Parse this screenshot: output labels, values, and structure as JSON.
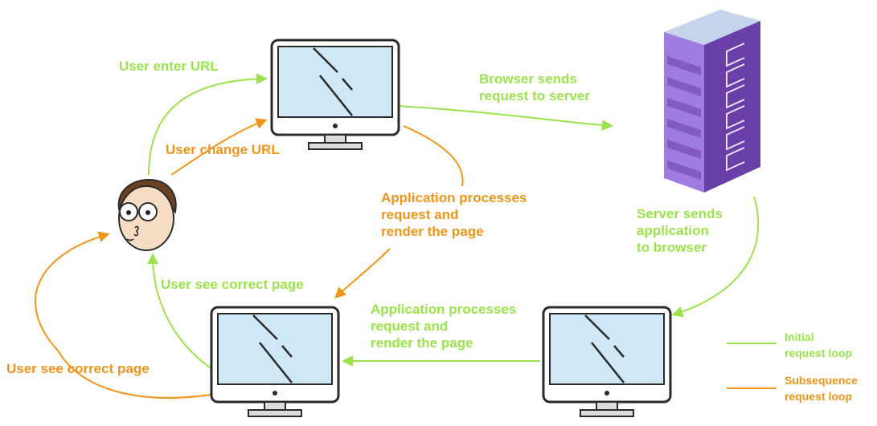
{
  "colors": {
    "initial_loop": "#9be34a",
    "subsequence_loop": "#f29418",
    "screen": "#cfe8f5",
    "bezel": "#ffffff",
    "outline": "#2a2a2a",
    "stand": "#dcdcdc",
    "server_side": "#6a3fa8",
    "server_front": "#9f7ce0",
    "server_top": "#c6d3ec",
    "skin": "#f5dcc2",
    "hair": "#6b4226"
  },
  "icons": {
    "user": "user-avatar-icon",
    "computer": "monitor-icon",
    "server": "server-rack-icon"
  },
  "labels": {
    "user_enter_url": "User enter URL",
    "user_change_url": "User change URL",
    "browser_sends_request": "Browser sends\nrequest to server",
    "app_processes_top": "Application processes\nrequest and\nrender the page",
    "server_sends_app": "Server sends\napplication\nto browser",
    "user_see_correct_page_green": "User see correct page",
    "app_processes_bottom": "Application processes\nrequest and\nrender the page",
    "user_see_correct_page_orange": "User see correct page"
  },
  "legend": {
    "initial_loop": "Initial\nrequest loop",
    "subsequence_loop": "Subsequence\nrequest loop"
  }
}
